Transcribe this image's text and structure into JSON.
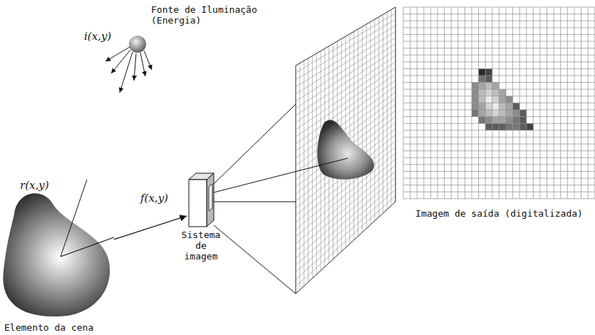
{
  "diagram": {
    "nodes": [
      {
        "text": [
          "Fonte de Iluminação (Energia)"
        ]
      },
      {
        "text": [
          "Elemento da cena"
        ]
      },
      {
        "text": [
          "Sistema de imagem"
        ]
      },
      {
        "text": [
          "Imagem de saída (digitalizada)"
        ]
      }
    ],
    "edges": [
      {
        "from": 1,
        "to": 2,
        "arrow": "to",
        "label": "f(x,y)"
      }
    ],
    "labels": [
      "i(x,y)",
      "r(x,y)"
    ]
  }
}
